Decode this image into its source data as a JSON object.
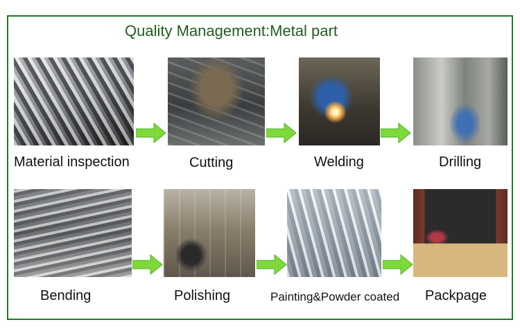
{
  "title": "Quality Management:Metal part",
  "accent_color": "#1e7b23",
  "arrow_color": "#7fd93a",
  "steps": [
    {
      "label": "Material inspection",
      "photo": "square-steel-tubes"
    },
    {
      "label": "Cutting",
      "photo": "tube-cutting-machine"
    },
    {
      "label": "Welding",
      "photo": "worker-welding"
    },
    {
      "label": "Drilling",
      "photo": "drilling-machine"
    },
    {
      "label": "Bending",
      "photo": "bent-steel-tubes"
    },
    {
      "label": "Polishing",
      "photo": "polishing-workshop"
    },
    {
      "label": "Painting&Powder coated",
      "photo": "powder-coated-parts"
    },
    {
      "label": "Packpage",
      "photo": "loading-container"
    }
  ]
}
